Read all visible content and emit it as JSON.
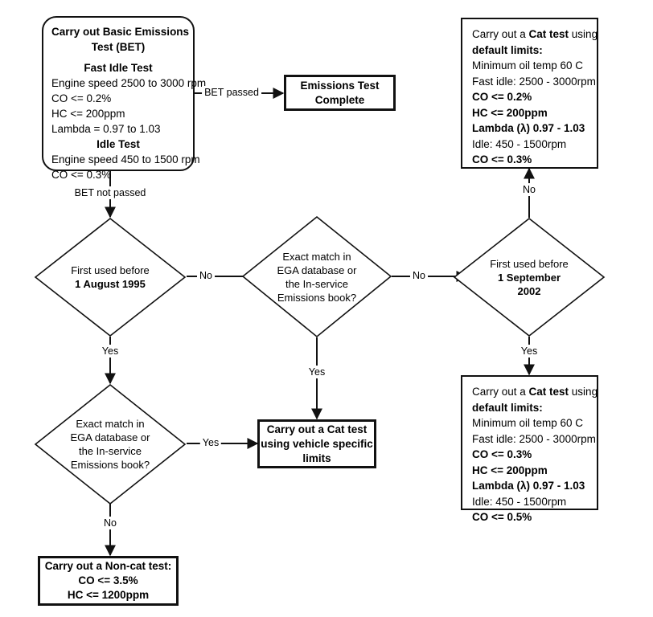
{
  "diagram": {
    "title": "Emissions test decision flowchart",
    "colors": {
      "line": "#111111",
      "background": "#ffffff",
      "text": "#000000"
    },
    "nodes": {
      "bet": {
        "type": "start-rounded",
        "lines": [
          {
            "text": "Carry out Basic Emissions",
            "bold": true,
            "center": true
          },
          {
            "text": "Test (BET)",
            "bold": true,
            "center": true
          },
          {
            "text": "",
            "spacer": true
          },
          {
            "text": "Fast Idle Test",
            "bold": true,
            "center": true
          },
          {
            "text": "Engine speed 2500 to 3000 rpm",
            "bold": false,
            "center": false
          },
          {
            "text": "CO <= 0.2%",
            "bold": false,
            "center": false
          },
          {
            "text": "HC <= 200ppm",
            "bold": false,
            "center": false
          },
          {
            "text": "Lambda = 0.97 to 1.03",
            "bold": false,
            "center": false
          },
          {
            "text": "Idle Test",
            "bold": true,
            "center": true
          },
          {
            "text": "Engine speed 450 to 1500 rpm",
            "bold": false,
            "center": false
          },
          {
            "text": "CO <= 0.3%",
            "bold": false,
            "center": false
          }
        ]
      },
      "emissions_complete": {
        "type": "process",
        "lines": [
          "Emissions Test",
          "Complete"
        ]
      },
      "cat_default_top": {
        "type": "process-detail",
        "lines": [
          [
            {
              "t": "Carry out a ",
              "b": false
            },
            {
              "t": "Cat test",
              "b": true
            },
            {
              "t": " using",
              "b": false
            }
          ],
          [
            {
              "t": "default limits:",
              "b": true
            }
          ],
          [
            {
              "t": "Minimum oil temp 60 C",
              "b": false
            }
          ],
          [
            {
              "t": "Fast idle: 2500 - 3000rpm",
              "b": false
            }
          ],
          [
            {
              "t": "CO <= 0.2%",
              "b": true
            }
          ],
          [
            {
              "t": "HC <= 200ppm",
              "b": true
            }
          ],
          [
            {
              "t": "Lambda (λ) 0.97 - 1.03",
              "b": true
            }
          ],
          [
            {
              "t": "Idle: 450 - 1500rpm",
              "b": false
            }
          ],
          [
            {
              "t": "CO <= 0.3%",
              "b": true
            }
          ]
        ]
      },
      "cat_default_bottom": {
        "type": "process-detail",
        "lines": [
          [
            {
              "t": "Carry out a ",
              "b": false
            },
            {
              "t": "Cat test",
              "b": true
            },
            {
              "t": " using",
              "b": false
            }
          ],
          [
            {
              "t": "default limits:",
              "b": true
            }
          ],
          [
            {
              "t": "Minimum oil temp 60 C",
              "b": false
            }
          ],
          [
            {
              "t": "Fast idle: 2500 - 3000rpm",
              "b": false
            }
          ],
          [
            {
              "t": "CO <= 0.3%",
              "b": true
            }
          ],
          [
            {
              "t": "HC <= 200ppm",
              "b": true
            }
          ],
          [
            {
              "t": "Lambda (λ) 0.97 - 1.03",
              "b": true
            }
          ],
          [
            {
              "t": "Idle: 450 - 1500rpm",
              "b": false
            }
          ],
          [
            {
              "t": "CO <= 0.5%",
              "b": true
            }
          ]
        ]
      },
      "cat_vehicle_specific": {
        "type": "process",
        "lines": [
          "Carry out a Cat test",
          "using vehicle specific",
          "limits"
        ]
      },
      "non_cat": {
        "type": "process",
        "lines": [
          "Carry out a Non-cat test:",
          "CO <= 3.5%",
          "HC <= 1200ppm"
        ]
      },
      "d_first_used_1995": {
        "type": "decision",
        "lines": [
          {
            "text": "First used before",
            "bold": false
          },
          {
            "text": "1 August 1995",
            "bold": true
          }
        ]
      },
      "d_exact_match_mid": {
        "type": "decision",
        "lines": [
          {
            "text": "Exact match in",
            "bold": false
          },
          {
            "text": "EGA database or",
            "bold": false
          },
          {
            "text": "the In-service",
            "bold": false
          },
          {
            "text": "Emissions book?",
            "bold": false
          }
        ]
      },
      "d_first_used_2002": {
        "type": "decision",
        "lines": [
          {
            "text": "First used before",
            "bold": false
          },
          {
            "text": "1 September",
            "bold": true
          },
          {
            "text": "2002",
            "bold": true
          }
        ]
      },
      "d_exact_match_left": {
        "type": "decision",
        "lines": [
          {
            "text": "Exact match in",
            "bold": false
          },
          {
            "text": "EGA database or",
            "bold": false
          },
          {
            "text": "the In-service",
            "bold": false
          },
          {
            "text": "Emissions book?",
            "bold": false
          }
        ]
      }
    },
    "edge_labels": {
      "bet_passed": "BET passed",
      "bet_not_passed": "BET not passed",
      "d1995_no": "No",
      "d1995_yes": "Yes",
      "dmid_no": "No",
      "dmid_yes": "Yes",
      "d2002_no": "No",
      "d2002_yes": "Yes",
      "dleft_yes": "Yes",
      "dleft_no": "No"
    }
  }
}
